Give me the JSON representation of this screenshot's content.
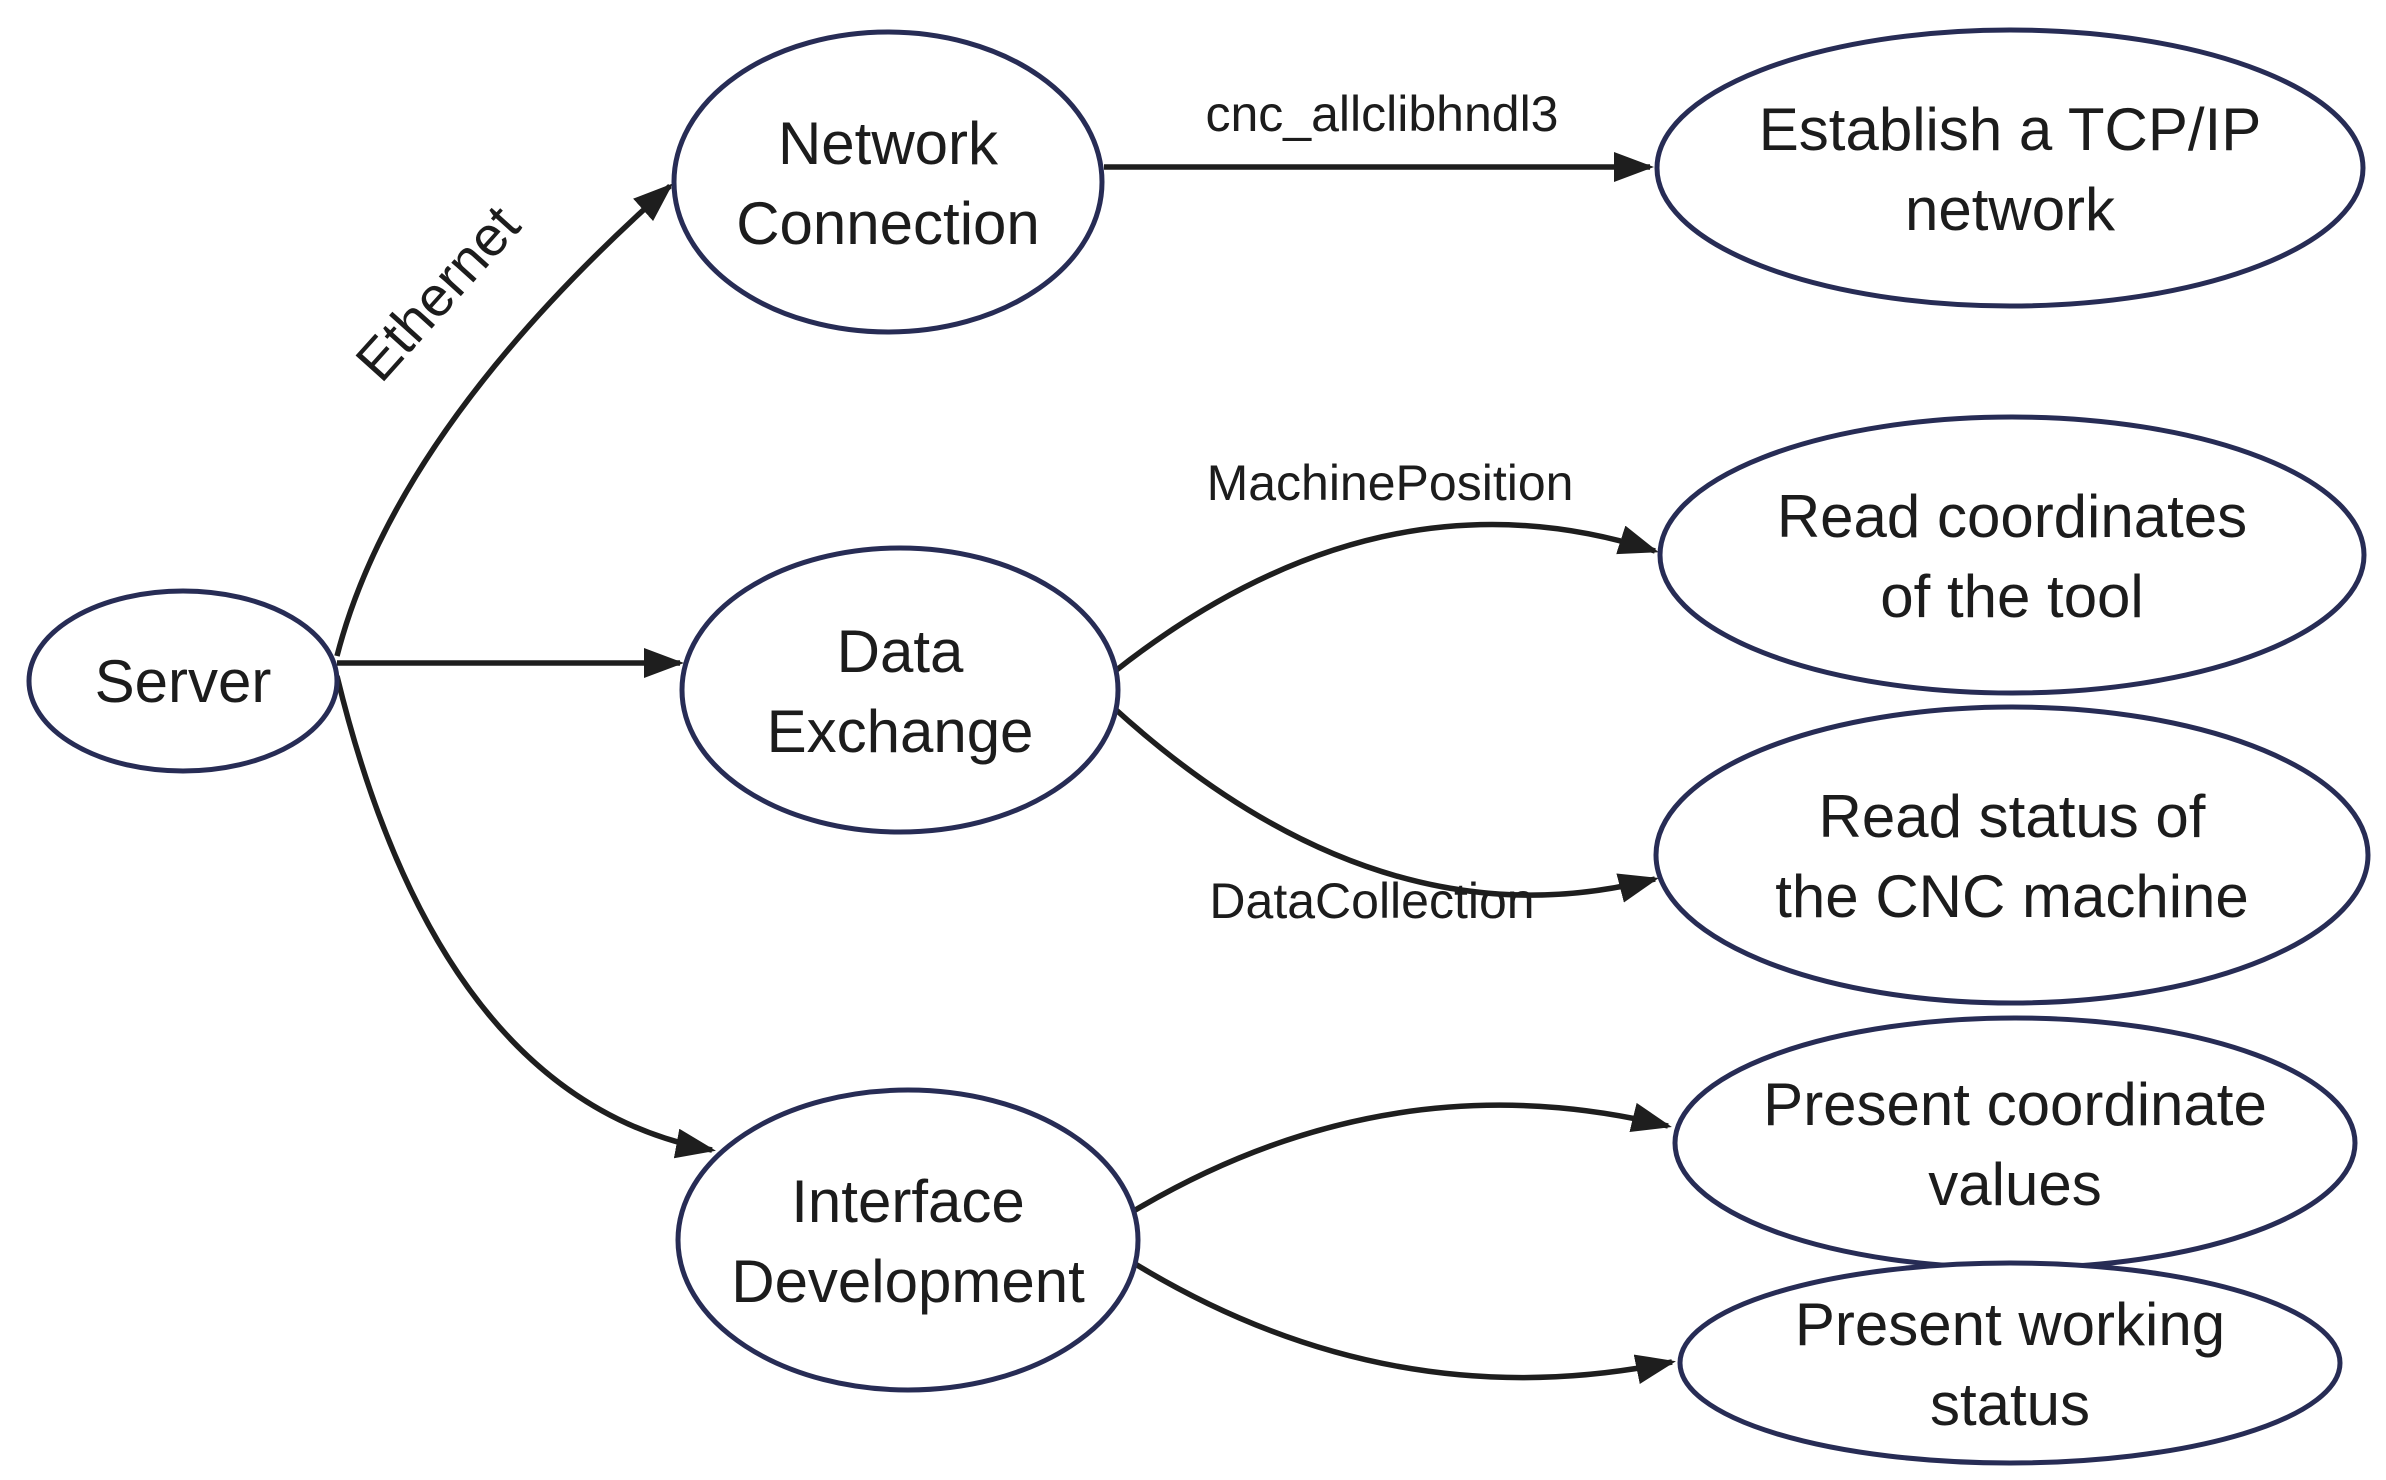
{
  "diagram": {
    "colors": {
      "node_stroke": "#272c55",
      "node_fill": "#ffffff",
      "arrow": "#1e1e1e",
      "text": "#1c1c1c",
      "background": "#ffffff"
    },
    "nodes": {
      "server": {
        "lines": [
          "Server"
        ]
      },
      "network_connection": {
        "lines": [
          "Network",
          "Connection"
        ]
      },
      "establish_tcpip": {
        "lines": [
          "Establish a TCP/IP",
          "network"
        ]
      },
      "data_exchange": {
        "lines": [
          "Data",
          "Exchange"
        ]
      },
      "read_coordinates": {
        "lines": [
          "Read coordinates",
          "of the tool"
        ]
      },
      "read_status": {
        "lines": [
          "Read status of",
          "the CNC machine"
        ]
      },
      "interface_development": {
        "lines": [
          "Interface",
          "Development"
        ]
      },
      "present_coordinates": {
        "lines": [
          "Present coordinate",
          "values"
        ]
      },
      "present_working": {
        "lines": [
          "Present working",
          "status"
        ]
      }
    },
    "edges": [
      {
        "from": "server",
        "to": "network_connection",
        "label": "Ethernet"
      },
      {
        "from": "server",
        "to": "data_exchange",
        "label": ""
      },
      {
        "from": "server",
        "to": "interface_development",
        "label": ""
      },
      {
        "from": "network_connection",
        "to": "establish_tcpip",
        "label": "cnc_allclibhndl3"
      },
      {
        "from": "data_exchange",
        "to": "read_coordinates",
        "label": "MachinePosition"
      },
      {
        "from": "data_exchange",
        "to": "read_status",
        "label": "DataCollection"
      },
      {
        "from": "interface_development",
        "to": "present_coordinates",
        "label": ""
      },
      {
        "from": "interface_development",
        "to": "present_working",
        "label": ""
      }
    ]
  }
}
